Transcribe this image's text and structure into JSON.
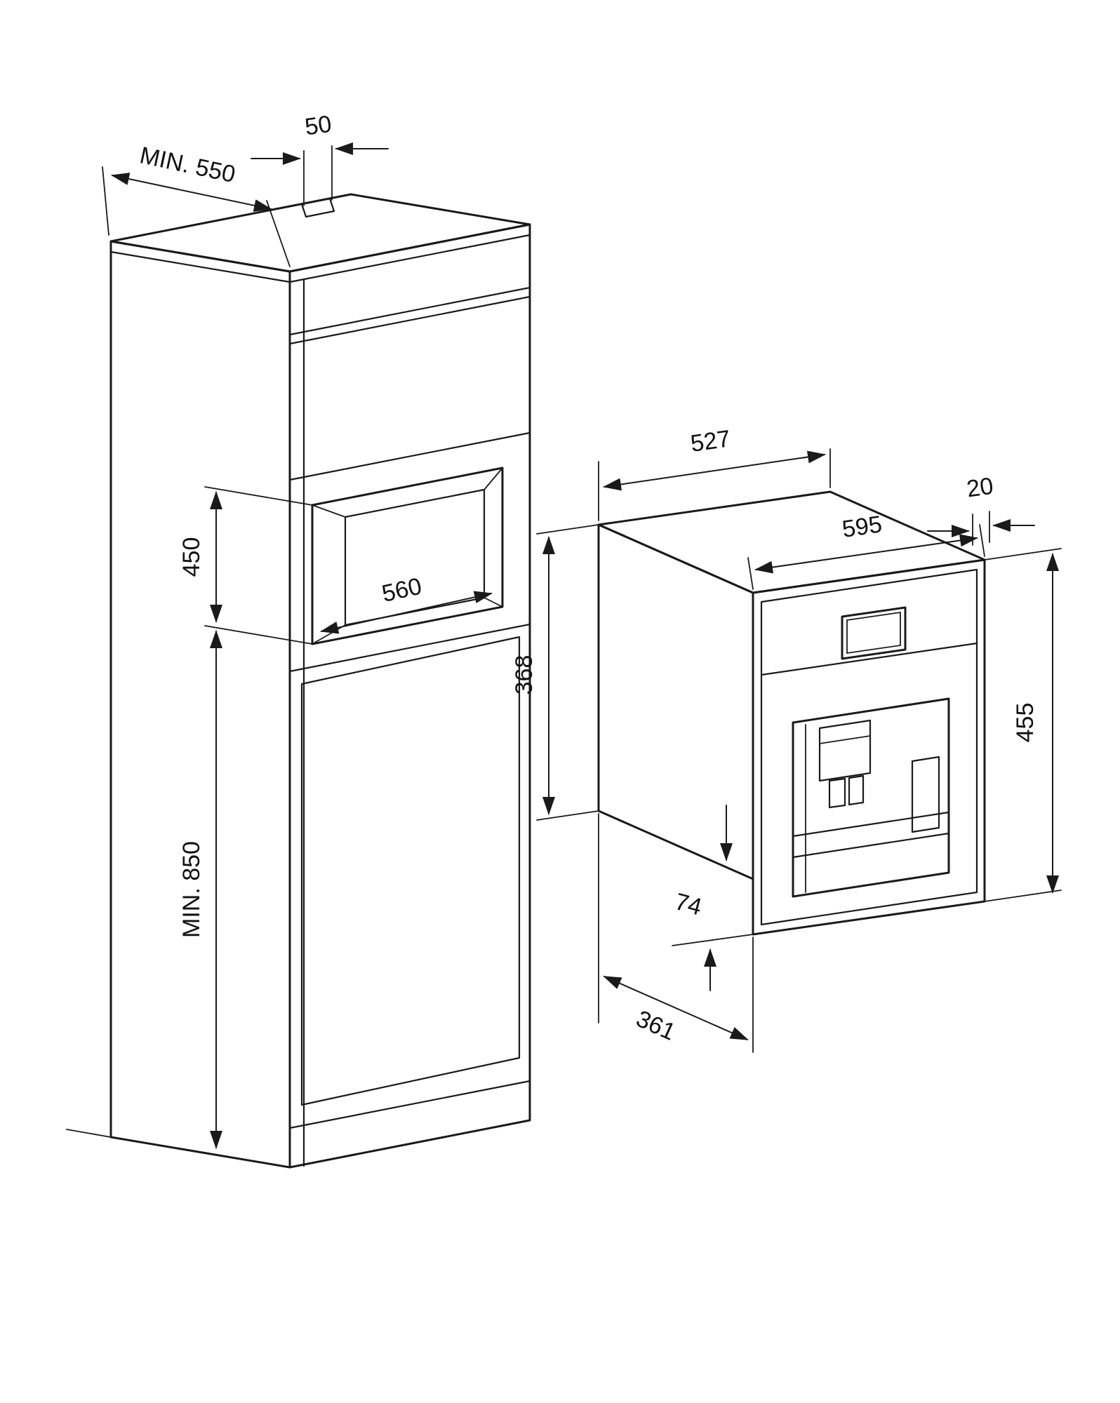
{
  "diagram": {
    "cabinet": {
      "depth_label": "MIN. 550",
      "top_gap_label": "50",
      "niche_width_label": "560",
      "niche_height_label": "450",
      "below_niche_height_label": "MIN. 850"
    },
    "appliance": {
      "body_width_label": "527",
      "front_offset_label": "20",
      "front_width_label": "595",
      "body_height_label": "368",
      "front_height_label": "455",
      "bottom_gap_label": "74",
      "body_depth_label": "361"
    },
    "colors": {
      "line": "#1a1a1a",
      "background": "#ffffff"
    }
  }
}
